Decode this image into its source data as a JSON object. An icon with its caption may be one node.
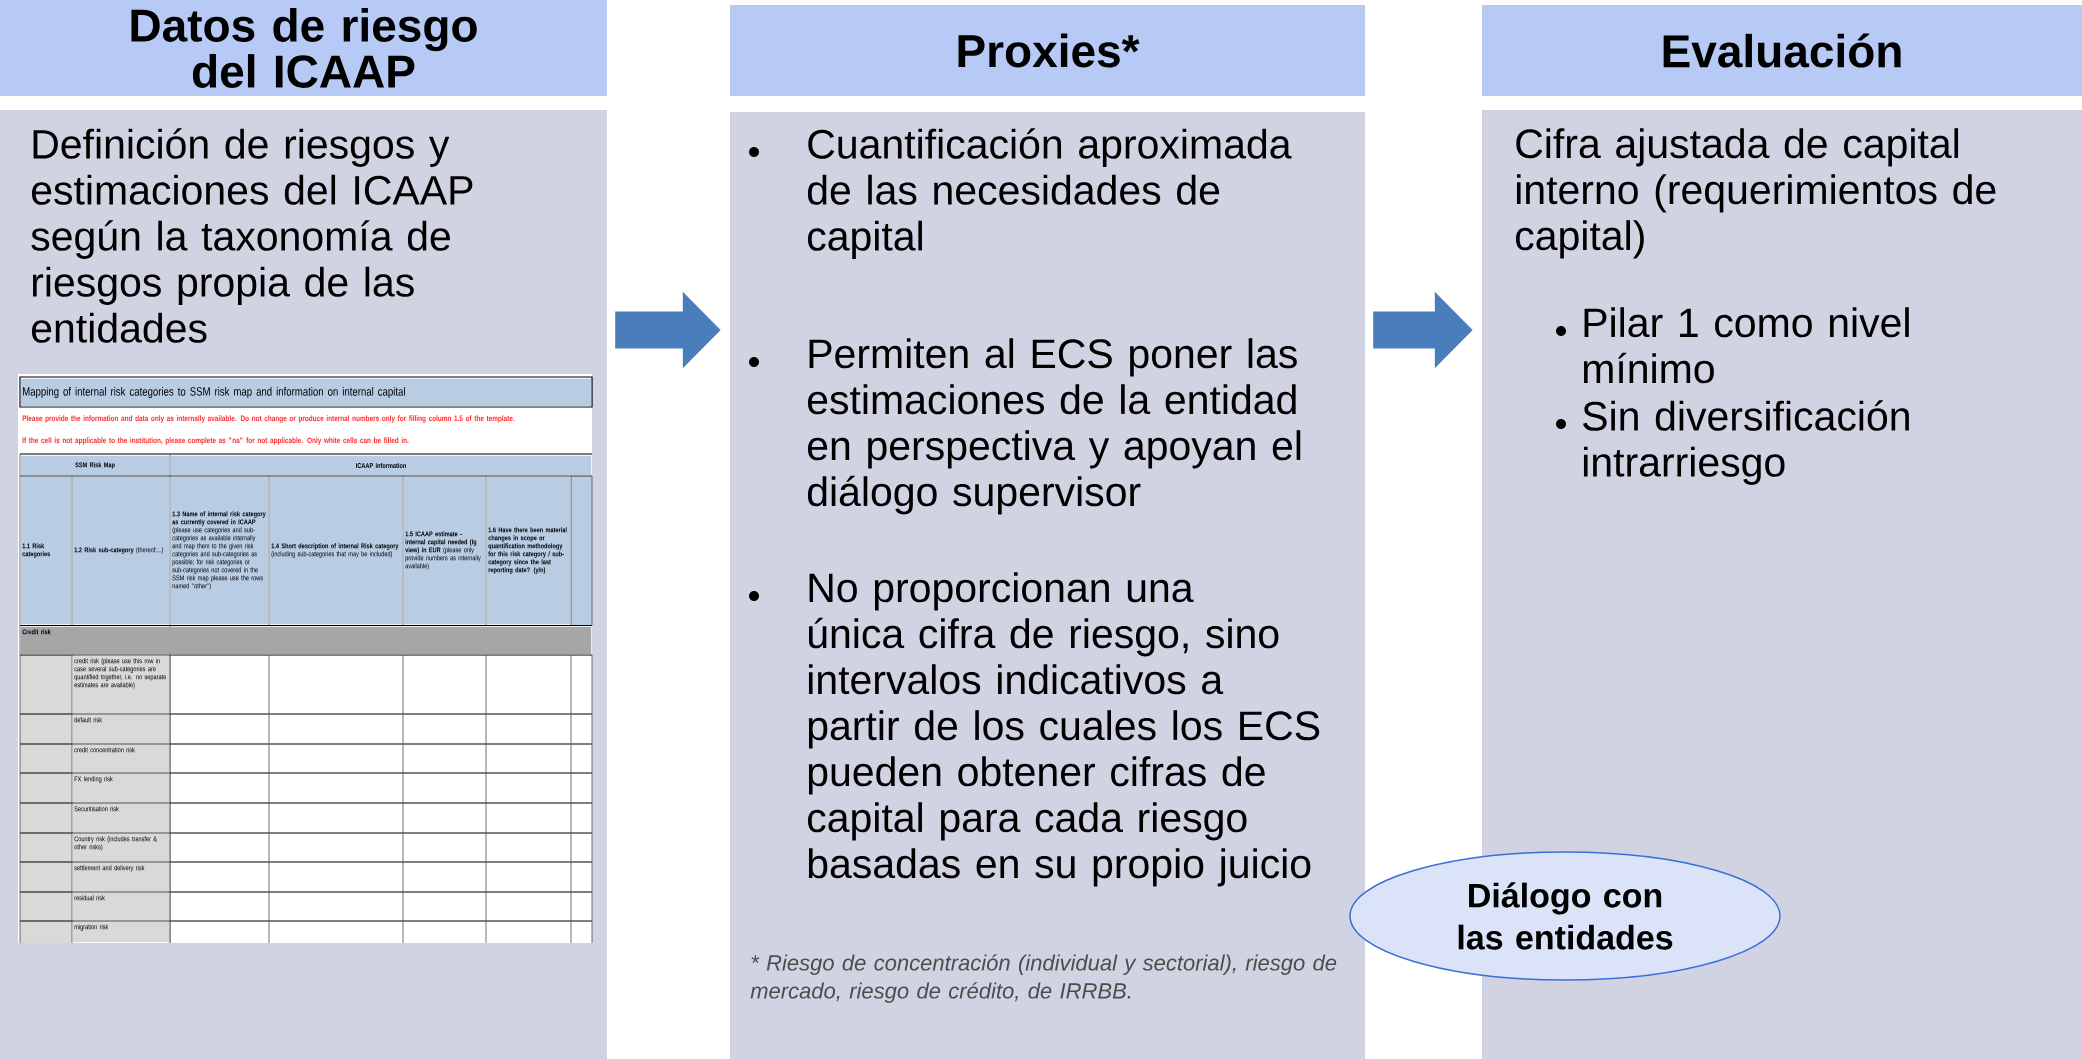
{
  "diagram": {
    "nodes": [
      {
        "text": [
          "Datos de riesgo del ICAAP"
        ]
      },
      {
        "text": [
          "Definición de riesgos y estimaciones del ICAAP según la taxonomía de riesgos propia de las entidades"
        ]
      },
      {
        "text": [
          "Proxies*"
        ]
      },
      {
        "text": [
          "Cuantificación aproximada de las necesidades de capital",
          "Permiten al ECS poner las estimaciones de la entidad en perspectiva y apoyan el diálogo supervisor",
          "No proporcionan una única cifra de riesgo, sino intervalos indicativos a partir de los cuales los ECS pueden obtener cifras de capital para cada riesgo basadas en su propio juicio",
          "* Riesgo de concentración (individual y sectorial), riesgo de mercado, riesgo de crédito, de IRRBB."
        ]
      },
      {
        "text": [
          "Evaluación"
        ]
      },
      {
        "text": [
          "Cifra ajustada de capital interno (requerimientos de capital)",
          "Pilar 1 como nivel mínimo",
          "Sin diversificación intrarriesgo"
        ]
      },
      {
        "text": [
          "Diálogo con las entidades"
        ]
      }
    ],
    "edges": [
      {
        "from": 1,
        "to": 3,
        "arrow": "to"
      },
      {
        "from": 3,
        "to": 5,
        "arrow": "to"
      }
    ],
    "labels": [
      "Mapping of internal risk categories to SSM risk map and information on internal capital",
      "Please provide the information and data only as internally available. Do not change or produce internal numbers only for filling column 1.5 of the template.",
      "If the cell is not applicable to the institution, please complete as \"na\" for not applicable. Only white cells can be filled in.",
      "SSM Risk Map",
      "ICAAP information",
      "1.1 Risk categories",
      "**1.2 Risk sub-category** (thereof:...)",
      "**1.3 Name of internal risk category as currently covered in ICAAP** (please use categories and sub-categories as available internally and map them to the given risk categories and sub-categories as possible; for risk categories or sub-categories not covered in the SSM risk map please use the rows named \"other\")",
      "**1.4 Short description of internal Risk category** (including sub-categories that may be included)",
      "**1.5 ICAAP estimate - internal capital needed (lg view) in EUR** (please only provide numbers as internally available)",
      "1.6 Have there been material changes in scope or quantification methodology for this risk category / sub-category since the last reporting date? (y/n)",
      "Credit risk",
      "credit risk (please use this row in case several sub-categories are quantified together, i.e. no separate estimates are available)",
      "default risk",
      "credit concentration risk",
      "FX lending risk",
      "Securitisation risk",
      "Country risk (includes transfer & other risks)",
      "settlement and delivery risk",
      "residual risk",
      "migration risk"
    ]
  }
}
